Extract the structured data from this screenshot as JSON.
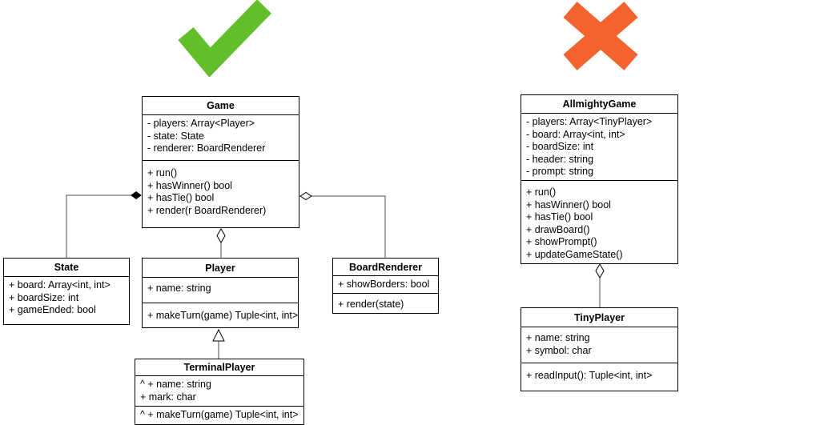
{
  "verdicts": {
    "good": {
      "icon": "checkmark-icon",
      "color": "#62BE29"
    },
    "bad": {
      "icon": "cross-icon",
      "color": "#F4622D"
    }
  },
  "classes": {
    "game": {
      "title": "Game",
      "attributes": [
        "- players: Array<Player>",
        "- state: State",
        "- renderer: BoardRenderer"
      ],
      "methods": [
        "+ run()",
        "+ hasWinner() bool",
        "+ hasTie() bool",
        "+ render(r BoardRenderer)"
      ]
    },
    "state": {
      "title": "State",
      "attributes": [
        "+ board: Array<int, int>",
        "+ boardSize: int",
        "+ gameEnded: bool"
      ],
      "methods": []
    },
    "player": {
      "title": "Player",
      "attributes": [
        "+ name: string"
      ],
      "methods": [
        "+ makeTurn(game) Tuple<int, int>"
      ]
    },
    "board_renderer": {
      "title": "BoardRenderer",
      "attributes": [
        "+ showBorders: bool"
      ],
      "methods": [
        "+ render(state)"
      ]
    },
    "terminal_player": {
      "title": "TerminalPlayer",
      "attributes": [
        "^ + name: string",
        "+ mark: char"
      ],
      "methods": [
        "^ + makeTurn(game) Tuple<int, int>"
      ]
    },
    "allmighty_game": {
      "title": "AllmightyGame",
      "attributes": [
        "- players: Array<TinyPlayer>",
        "- board: Array<int, int>",
        "- boardSize: int",
        "- header: string",
        "- prompt: string"
      ],
      "methods": [
        "+ run()",
        "+ hasWinner() bool",
        "+ hasTie() bool",
        "+ drawBoard()",
        "+ showPrompt()",
        "+ updateGameState()"
      ]
    },
    "tiny_player": {
      "title": "TinyPlayer",
      "attributes": [
        "+ name: string",
        "+ symbol: char"
      ],
      "methods": [
        "+ readInput(): Tuple<int, int>"
      ]
    }
  },
  "relationships": [
    {
      "from": "Game",
      "to": "State",
      "type": "composition",
      "marker": "filled-diamond"
    },
    {
      "from": "Game",
      "to": "Player",
      "type": "aggregation",
      "marker": "hollow-diamond"
    },
    {
      "from": "Game",
      "to": "BoardRenderer",
      "type": "aggregation",
      "marker": "hollow-diamond"
    },
    {
      "from": "TerminalPlayer",
      "to": "Player",
      "type": "inheritance",
      "marker": "hollow-triangle"
    },
    {
      "from": "AllmightyGame",
      "to": "TinyPlayer",
      "type": "aggregation",
      "marker": "hollow-diamond"
    }
  ]
}
